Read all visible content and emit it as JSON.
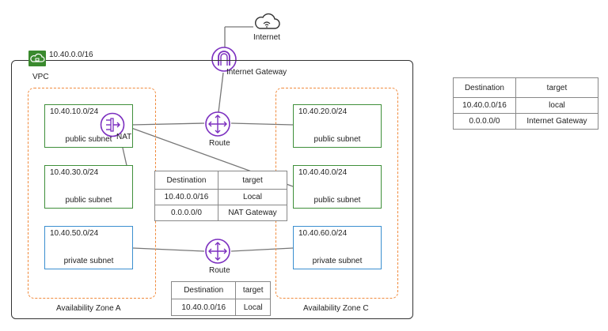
{
  "internet": {
    "label": "Internet"
  },
  "igw": {
    "label": "Internet Gateway"
  },
  "vpc": {
    "cidr": "10.40.0.0/16",
    "label": "VPC"
  },
  "zones": [
    {
      "label": "Availability Zone A"
    },
    {
      "label": "Availability Zone C"
    }
  ],
  "subnets": [
    {
      "cidr": "10.40.10.0/24",
      "kind": "public subnet"
    },
    {
      "cidr": "10.40.30.0/24",
      "kind": "public subnet"
    },
    {
      "cidr": "10.40.50.0/24",
      "kind": "private subnet"
    },
    {
      "cidr": "10.40.20.0/24",
      "kind": "public subnet"
    },
    {
      "cidr": "10.40.40.0/24",
      "kind": "public subnet"
    },
    {
      "cidr": "10.40.60.0/24",
      "kind": "private subnet"
    }
  ],
  "nat": {
    "label": "NAT"
  },
  "routes": [
    {
      "label": "Route"
    },
    {
      "label": "Route"
    }
  ],
  "route_table_public": {
    "header": [
      "Destination",
      "target"
    ],
    "rows": [
      [
        "10.40.0.0/16",
        "local"
      ],
      [
        "0.0.0.0/0",
        "Internet Gateway"
      ]
    ]
  },
  "route_table_nat": {
    "header": [
      "Destination",
      "target"
    ],
    "rows": [
      [
        "10.40.0.0/16",
        "Local"
      ],
      [
        "0.0.0.0/0",
        "NAT Gateway"
      ]
    ]
  },
  "route_table_private": {
    "header": [
      "Destination",
      "target"
    ],
    "rows": [
      [
        "10.40.0.0/16",
        "Local"
      ]
    ]
  },
  "colors": {
    "public_subnet": "#3f8f3a",
    "private_subnet": "#3b8fd0",
    "availability_zone": "#f08a3c",
    "network_icon": "#7b2fbf",
    "vpc_badge": "#3a8a2e"
  }
}
